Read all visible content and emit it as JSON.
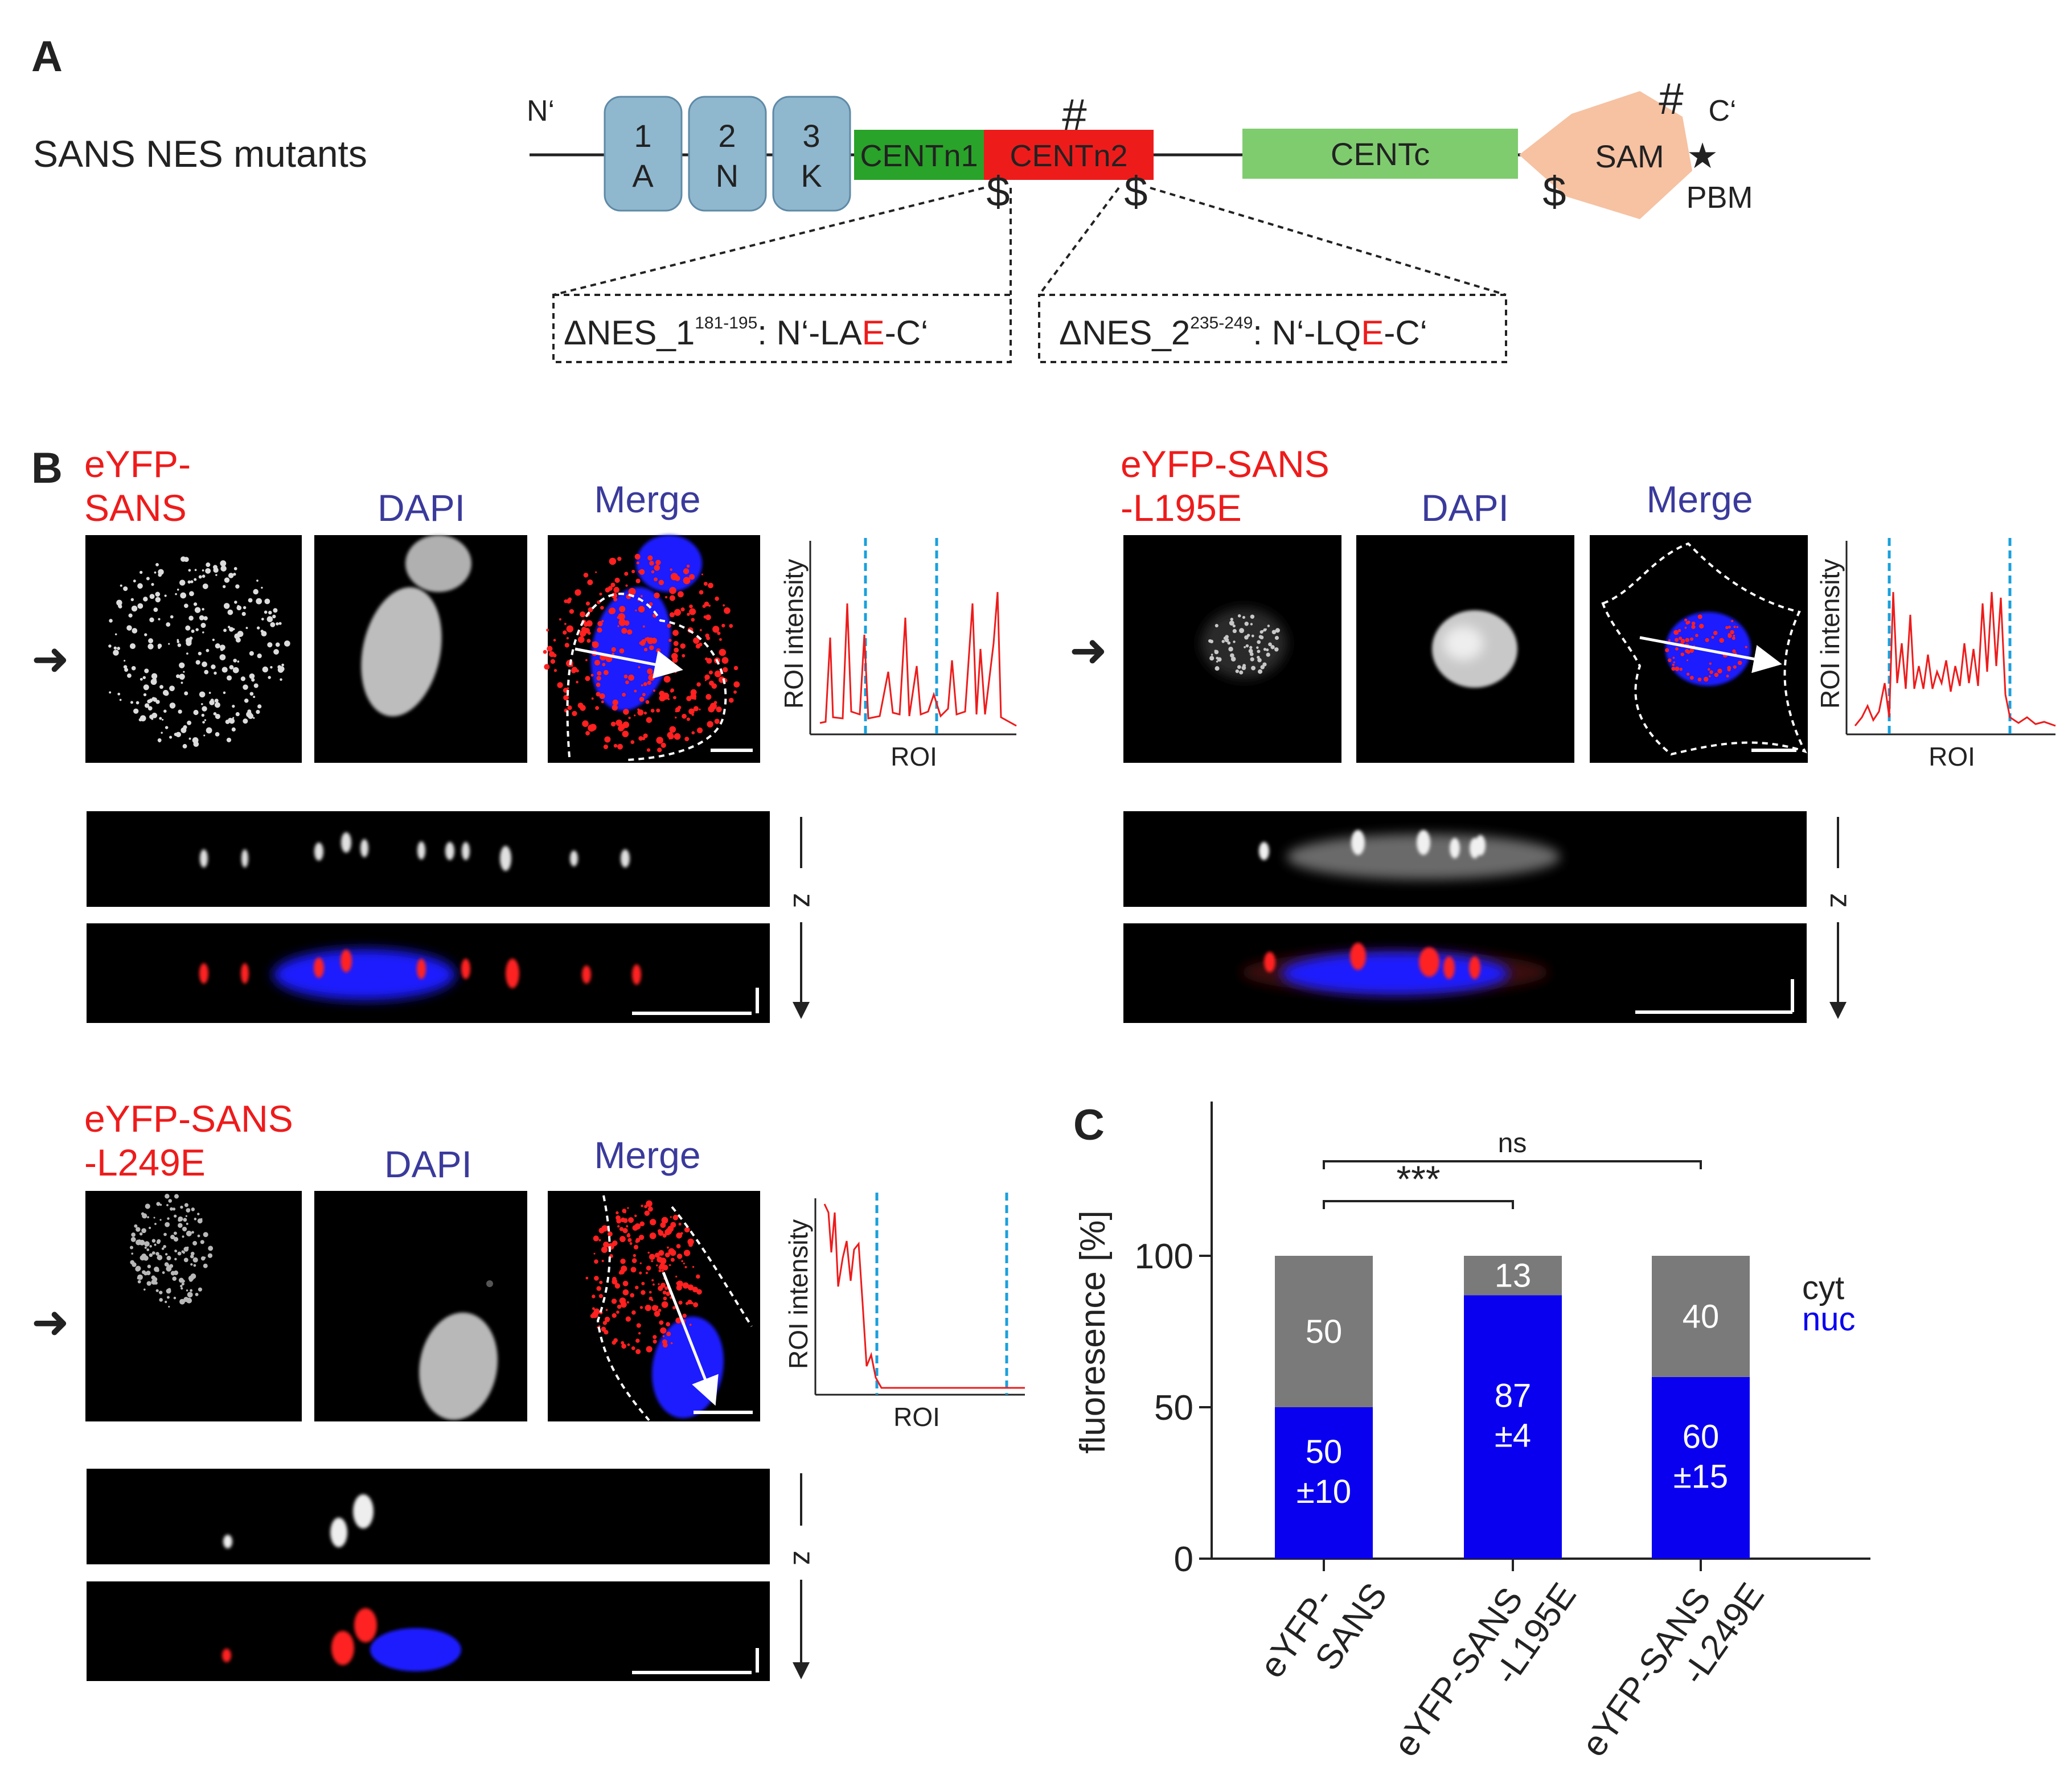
{
  "panel_a": {
    "letter": "A",
    "title": "SANS NES mutants",
    "n_term": "N‘",
    "c_term": "C‘",
    "ank_boxes": [
      {
        "top": "1",
        "bottom": "A"
      },
      {
        "top": "2",
        "bottom": "N"
      },
      {
        "top": "3",
        "bottom": "K"
      }
    ],
    "centn1": "CENTn1",
    "centn2": "CENTn2",
    "centc": "CENTc",
    "sam": "SAM",
    "pbm": "PBM",
    "star": "★",
    "hash": "#",
    "dollar": "$",
    "nes1": {
      "prefix": "ΔNES_1",
      "sup": "181-195",
      "mid": ": N‘-LA",
      "mut": "E",
      "suffix": "-C‘"
    },
    "nes2": {
      "prefix": "ΔNES_2",
      "sup": "235-249",
      "mid": ": N‘-LQ",
      "mut": "E",
      "suffix": "-C‘"
    },
    "colors": {
      "ank": "#8fb8cf",
      "centn1": "#29a329",
      "centn2": "#ee1b1b",
      "centc": "#7fcc6f",
      "sam": "#f6c2a2",
      "mutation": "#ee1b1b"
    }
  },
  "panel_b": {
    "letter": "B",
    "dapi_label": "DAPI",
    "merge_label": "Merge",
    "roi_ylabel": "ROI intensity",
    "roi_xlabel": "ROI",
    "z_label": "z",
    "arrow": "➜",
    "groups": [
      {
        "id": "sans",
        "label_line1": "eYFP-",
        "label_line2": "SANS"
      },
      {
        "id": "l195e",
        "label_line1": "eYFP-SANS",
        "label_line2": "-L195E"
      },
      {
        "id": "l249e",
        "label_line1": "eYFP-SANS",
        "label_line2": "-L249E"
      }
    ],
    "colors": {
      "label": "#ee1b1b",
      "dapi": "#3a3a9c",
      "roi_line": "#ee1b1b",
      "roi_marker": "#1aa0dc"
    }
  },
  "chart_data": {
    "type": "bar",
    "stacked": true,
    "letter": "C",
    "categories": [
      [
        "eYFP-",
        "SANS"
      ],
      [
        "eYFP-SANS",
        "-L195E"
      ],
      [
        "eYFP-SANS",
        "-L249E"
      ]
    ],
    "series": [
      {
        "name": "nuc",
        "values": [
          50,
          87,
          60
        ],
        "color": "#0a00f0"
      },
      {
        "name": "cyt",
        "values": [
          50,
          13,
          40
        ],
        "color": "#7a7a7a"
      }
    ],
    "value_labels": {
      "nuc": [
        [
          "50",
          "±10"
        ],
        [
          "87",
          "±4"
        ],
        [
          "60",
          "±15"
        ]
      ],
      "cyt": [
        [
          "50"
        ],
        [
          "13"
        ],
        [
          "40"
        ]
      ]
    },
    "ylabel": "fluoresence [%]",
    "yticks": [
      0,
      50,
      100
    ],
    "ylim": [
      0,
      150
    ],
    "legend": [
      "cyt",
      "nuc"
    ],
    "legend_position": "right",
    "significance": [
      {
        "from": 0,
        "to": 1,
        "label": "***"
      },
      {
        "from": 0,
        "to": 2,
        "label": "ns"
      }
    ]
  }
}
